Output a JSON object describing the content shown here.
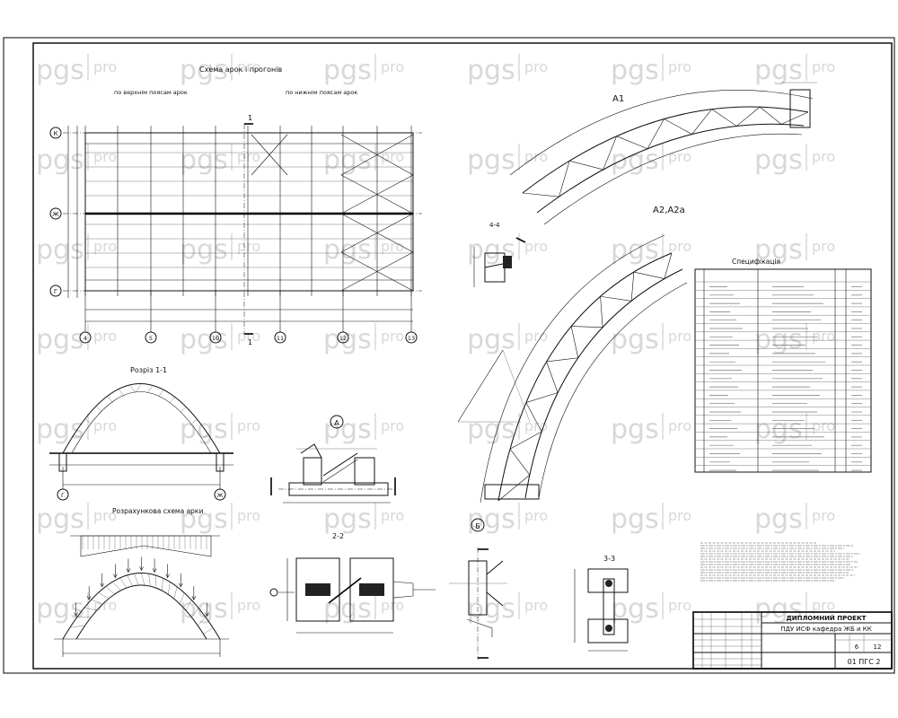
{
  "sheet": {
    "plan_title": "Схема арок і прогонів",
    "plan_upper": "по верхнім поясам арок",
    "plan_lower": "по нижнім поясам арок",
    "section_1_1": "Розріз 1-1",
    "calc_scheme": "Розрахункова схема арки",
    "arc_a1": "А1",
    "arc_a2": "А2,А2а",
    "node_a": "А",
    "node_b": "Б",
    "sect_2_2": "2-2",
    "sect_3_3": "3-3",
    "sect_4_4": "4-4",
    "cut_mark": "1",
    "spec_title": "Специфікація",
    "grid_rows": [
      "К",
      "Ж",
      "Г"
    ],
    "grid_cols": [
      "4",
      "5",
      "10",
      "11",
      "12",
      "13"
    ]
  },
  "title_block": {
    "project": "ДИПЛОМНИЙ ПРОЕКТ",
    "org": "ПДУ ИСФ кафедра ЖБ и КК",
    "sheet_no": "6",
    "sheets_total": "12",
    "code": "01 ПГС 2"
  },
  "watermark": {
    "text": "pgs",
    "suffix": "pro"
  }
}
